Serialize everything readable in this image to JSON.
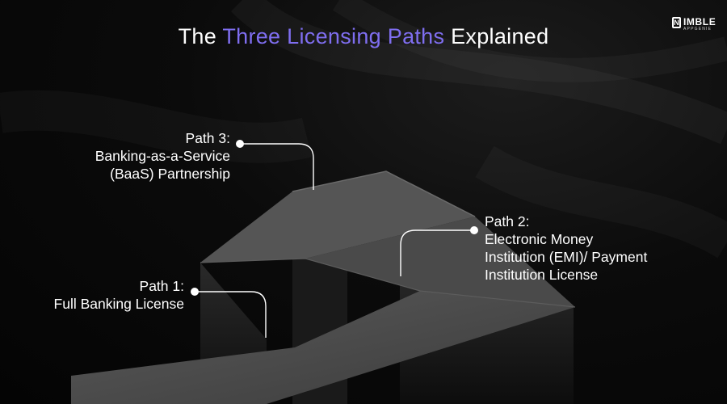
{
  "title": {
    "prefix": "The ",
    "highlight": "Three Licensing Paths",
    "suffix": " Explained"
  },
  "logo": {
    "mark": "N",
    "name": "IMBLE",
    "tagline": "APPGENIE"
  },
  "paths": [
    {
      "heading": "Path 1:",
      "lines": [
        "Full Banking License"
      ]
    },
    {
      "heading": "Path 2:",
      "lines": [
        "Electronic Money",
        "Institution (EMI)/ Payment",
        "Institution License"
      ]
    },
    {
      "heading": "Path 3:",
      "lines": [
        "Banking-as-a-Service",
        "(BaaS) Partnership"
      ]
    }
  ],
  "colors": {
    "accent": "#7f6ef0",
    "text": "#ffffff",
    "background": "#050505"
  }
}
